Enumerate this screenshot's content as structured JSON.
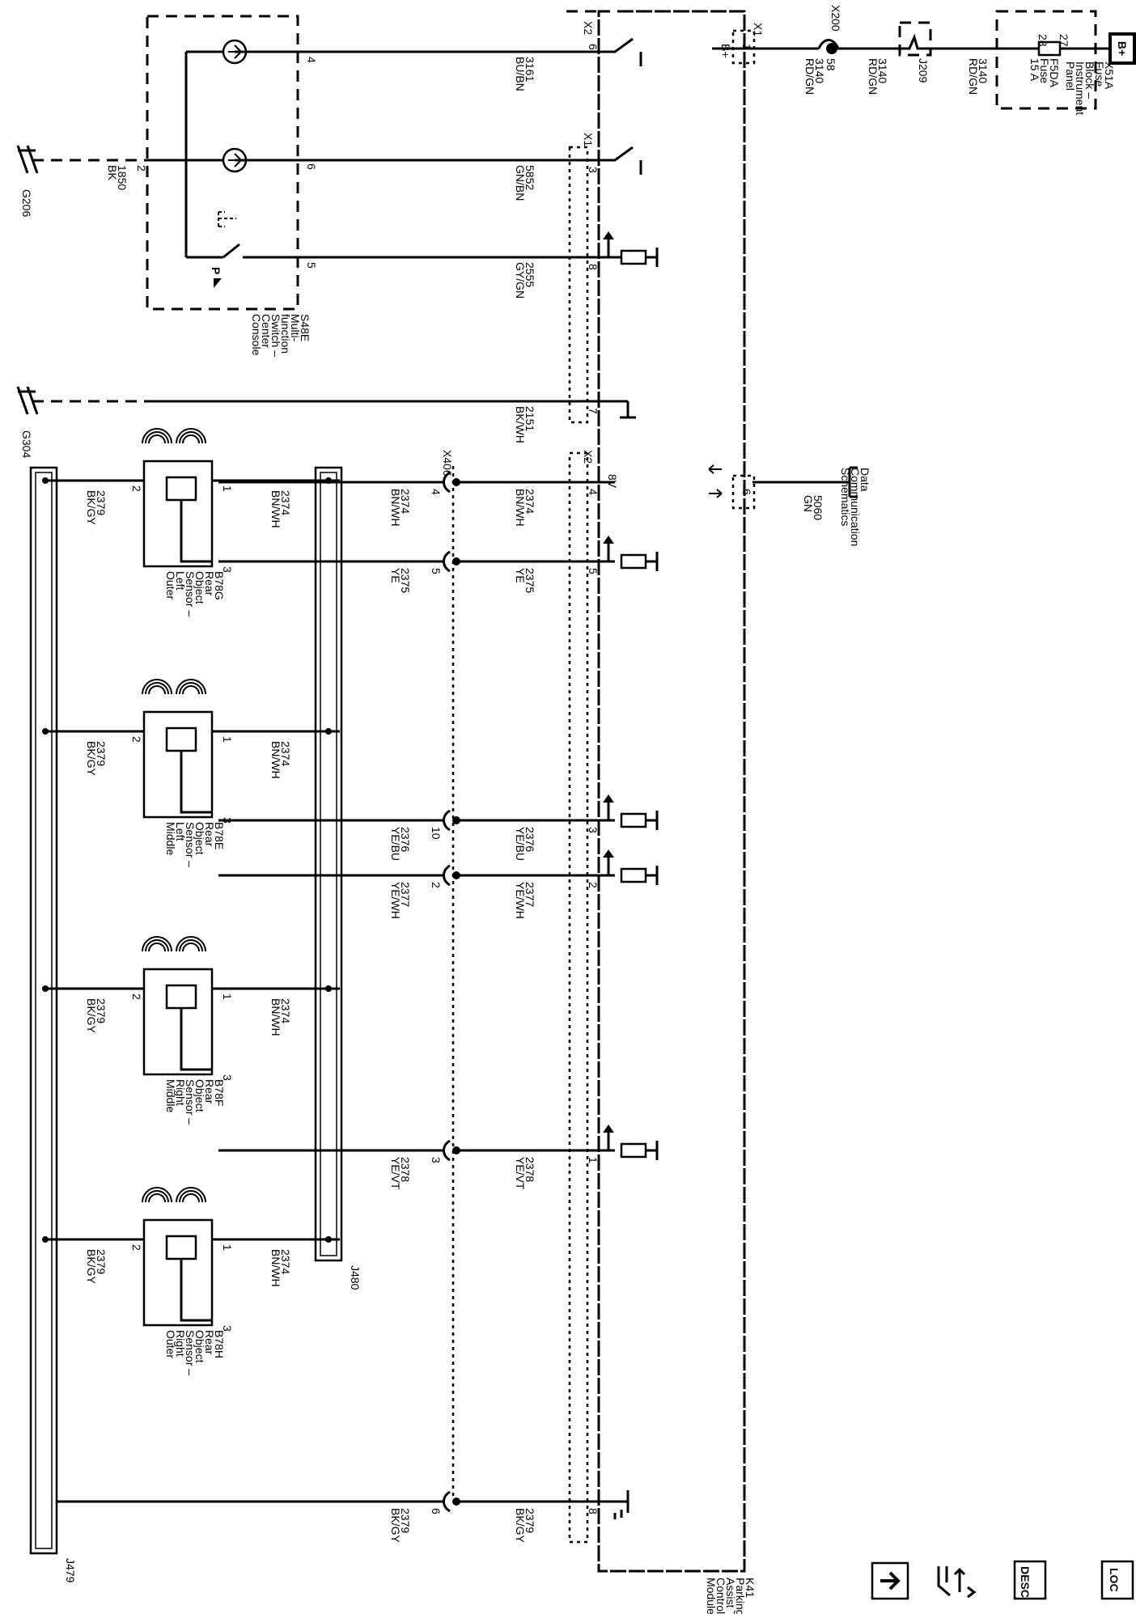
{
  "power": {
    "battery": "B+",
    "battery_pin": "B+"
  },
  "fuse_block": {
    "name_lines": [
      "X51A",
      "Fuse",
      "Block –",
      "Instrument",
      "Panel"
    ],
    "fuse_lines": [
      "F5DA",
      "Fuse",
      "15 A"
    ],
    "pin_in": "27",
    "pin_out": "28"
  },
  "splice_j209": "J209",
  "conn_x200": {
    "name": "X200",
    "pin": "58"
  },
  "wire_labels": {
    "c3140a": [
      "3140",
      "RD/GN"
    ],
    "c3140b": [
      "3140",
      "RD/GN"
    ],
    "c3140c": [
      "3140",
      "RD/GN"
    ],
    "c5060": [
      "5060",
      "GN"
    ],
    "c3161": [
      "3161",
      "BU/BN"
    ],
    "c5852": [
      "5852",
      "GN/BN"
    ],
    "c2555": [
      "2555",
      "GY/GN"
    ],
    "c2151": [
      "2151",
      "BK/WH"
    ],
    "c1850": [
      "1850",
      "BK"
    ]
  },
  "data_comm": [
    "Data",
    "Communication",
    "Schematics"
  ],
  "module": {
    "name_lines": [
      "K41",
      "Parking",
      "Assist",
      "Control",
      "Module"
    ],
    "conn_x1": "X1",
    "conn_x2": "X2",
    "pin_x1_1": "1",
    "pin_x1_3": "3",
    "pin_x1_6": "6",
    "pin_x2_6": "6",
    "pin_x2_8": "8",
    "pin_x2_7": "7",
    "label_8v": "8V"
  },
  "switch": {
    "name_lines": [
      "S48E",
      "Multi-",
      "function",
      "Switch –",
      "Center",
      "Console"
    ],
    "pin_4": "4",
    "pin_6": "6",
    "pin_5": "5",
    "pin_2": "2"
  },
  "grounds": {
    "g206": "G206",
    "g304": "G304"
  },
  "conn_x406": "X406",
  "splices": {
    "j479": "J479",
    "j480": "J480"
  },
  "columns": [
    {
      "mpin": "4",
      "xpin": "4",
      "top": [
        "2374",
        "BN/WH"
      ],
      "bot": [
        "2374",
        "BN/WH"
      ]
    },
    {
      "mpin": "5",
      "xpin": "5",
      "top": [
        "2375",
        "YE"
      ],
      "bot": [
        "2375",
        "YE"
      ]
    },
    {
      "mpin": "3",
      "xpin": "10",
      "top": [
        "2376",
        "YE/BU"
      ],
      "bot": [
        "2376",
        "YE/BU"
      ]
    },
    {
      "mpin": "2",
      "xpin": "2",
      "top": [
        "2377",
        "YE/WH"
      ],
      "bot": [
        "2377",
        "YE/WH"
      ]
    },
    {
      "mpin": "1",
      "xpin": "3",
      "top": [
        "2378",
        "YE/VT"
      ],
      "bot": [
        "2378",
        "YE/VT"
      ]
    },
    {
      "mpin": "8",
      "xpin": "6",
      "top": [
        "2379",
        "BK/GY"
      ],
      "bot": [
        "2379",
        "BK/GY"
      ]
    }
  ],
  "sensors": [
    {
      "name_lines": [
        "B78G",
        "Rear",
        "Object",
        "Sensor –",
        "Left",
        "Outer"
      ],
      "pin1": "1",
      "pin2": "2",
      "pin3": "3",
      "w1": [
        "2374",
        "BN/WH"
      ],
      "w2": [
        "2379",
        "BK/GY"
      ]
    },
    {
      "name_lines": [
        "B78E",
        "Rear",
        "Object",
        "Sensor –",
        "Left",
        "Middle"
      ],
      "pin1": "1",
      "pin2": "2",
      "pin3": "3",
      "w1": [
        "2374",
        "BN/WH"
      ],
      "w2": [
        "2379",
        "BK/GY"
      ]
    },
    {
      "name_lines": [
        "B78F",
        "Rear",
        "Object",
        "Sensor –",
        "Right",
        "Middle"
      ],
      "pin1": "1",
      "pin2": "2",
      "pin3": "3",
      "w1": [
        "2374",
        "BN/WH"
      ],
      "w2": [
        "2379",
        "BK/GY"
      ]
    },
    {
      "name_lines": [
        "B78H",
        "Rear",
        "Object",
        "Sensor –",
        "Right",
        "Outer"
      ],
      "pin1": "1",
      "pin2": "2",
      "pin3": "3",
      "w1": [
        "2374",
        "BN/WH"
      ],
      "w2": [
        "2379",
        "BK/GY"
      ]
    }
  ],
  "nav": {
    "loc": "LOC",
    "desc": "DESC",
    "loc_icon": "location-icon",
    "desc_icon": "description-icon",
    "connector_icon": "connector-icon",
    "down_icon": "down-arrow-icon"
  }
}
